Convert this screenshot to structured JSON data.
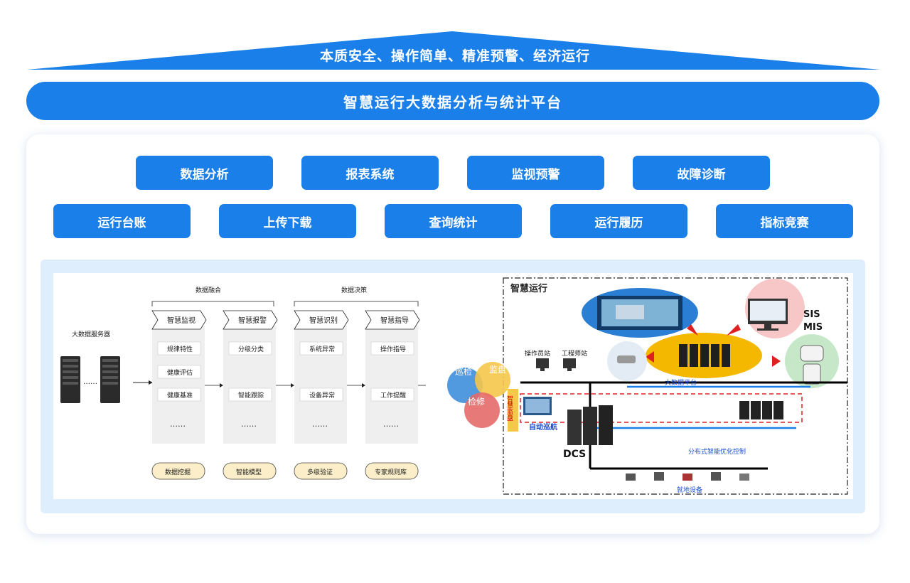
{
  "header": {
    "roof_text": "本质安全、操作简单、精准预警、经济运行",
    "platform_title": "智慧运行大数据分析与统计平台"
  },
  "modules_row1": [
    "数据分析",
    "报表系统",
    "监视预警",
    "故障诊断"
  ],
  "modules_row2": [
    "运行台账",
    "上传下载",
    "查询统计",
    "运行履历",
    "指标竞赛"
  ],
  "left_diagram": {
    "server_label": "大数据服务器",
    "server_dots": "……",
    "top_label_fusion": "数据融合",
    "top_label_decision": "数据决策",
    "columns": [
      {
        "header": "智慧监视",
        "items": [
          "规律特性",
          "健康评估",
          "健康基准"
        ],
        "footer": "数据挖掘"
      },
      {
        "header": "智慧报警",
        "items": [
          "分级分类",
          "智能跟踪"
        ],
        "footer": "智能模型"
      },
      {
        "header": "智慧识别",
        "items": [
          "系统异常",
          "设备异常"
        ],
        "footer": "多级验证"
      },
      {
        "header": "智慧指导",
        "items": [
          "操作指导",
          "工作提醒"
        ],
        "footer": "专家规则库"
      }
    ],
    "ellipsis": "……"
  },
  "right_diagram": {
    "title": "智慧运行",
    "sis": "SIS",
    "mis": "MIS",
    "operator_station": "操作员站",
    "engineer_station": "工程师站",
    "bigdata_platform": "大数据平台",
    "inspection": "巡检",
    "monitoring": "监盘",
    "maintenance": "检修",
    "smart_monitor": "智慧监盘",
    "auto_patrol": "自动巡航",
    "dcs": "DCS",
    "distributed_control": "分布式智能优化控制",
    "field_devices": "就地设备"
  },
  "colors": {
    "primary": "#1a7fe8",
    "panel_bg": "#dfeefc",
    "footer_pill": "#fbeec8",
    "accent_red": "#e02020"
  }
}
